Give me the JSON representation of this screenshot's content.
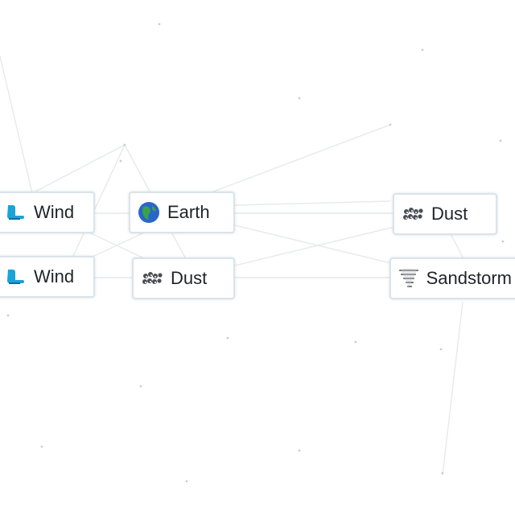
{
  "elements": [
    {
      "id": "wind-1",
      "name": "Wind",
      "icon": "wind-icon"
    },
    {
      "id": "earth",
      "name": "Earth",
      "icon": "earth-globe-icon"
    },
    {
      "id": "dust-right-top",
      "name": "Dust",
      "icon": "dust-icon"
    },
    {
      "id": "wind-2",
      "name": "Wind",
      "icon": "wind-icon"
    },
    {
      "id": "dust-middle",
      "name": "Dust",
      "icon": "dust-icon"
    },
    {
      "id": "sandstorm",
      "name": "Sandstorm",
      "icon": "tornado-icon"
    }
  ],
  "colors": {
    "chip_border": "#dbe3ea",
    "text": "#1f2328",
    "wind_icon": "#1aa3d9",
    "earth_ocean": "#2a66c9",
    "earth_land": "#3aa34a",
    "line": "#e6e9ed",
    "dot": "#c9ced3"
  }
}
